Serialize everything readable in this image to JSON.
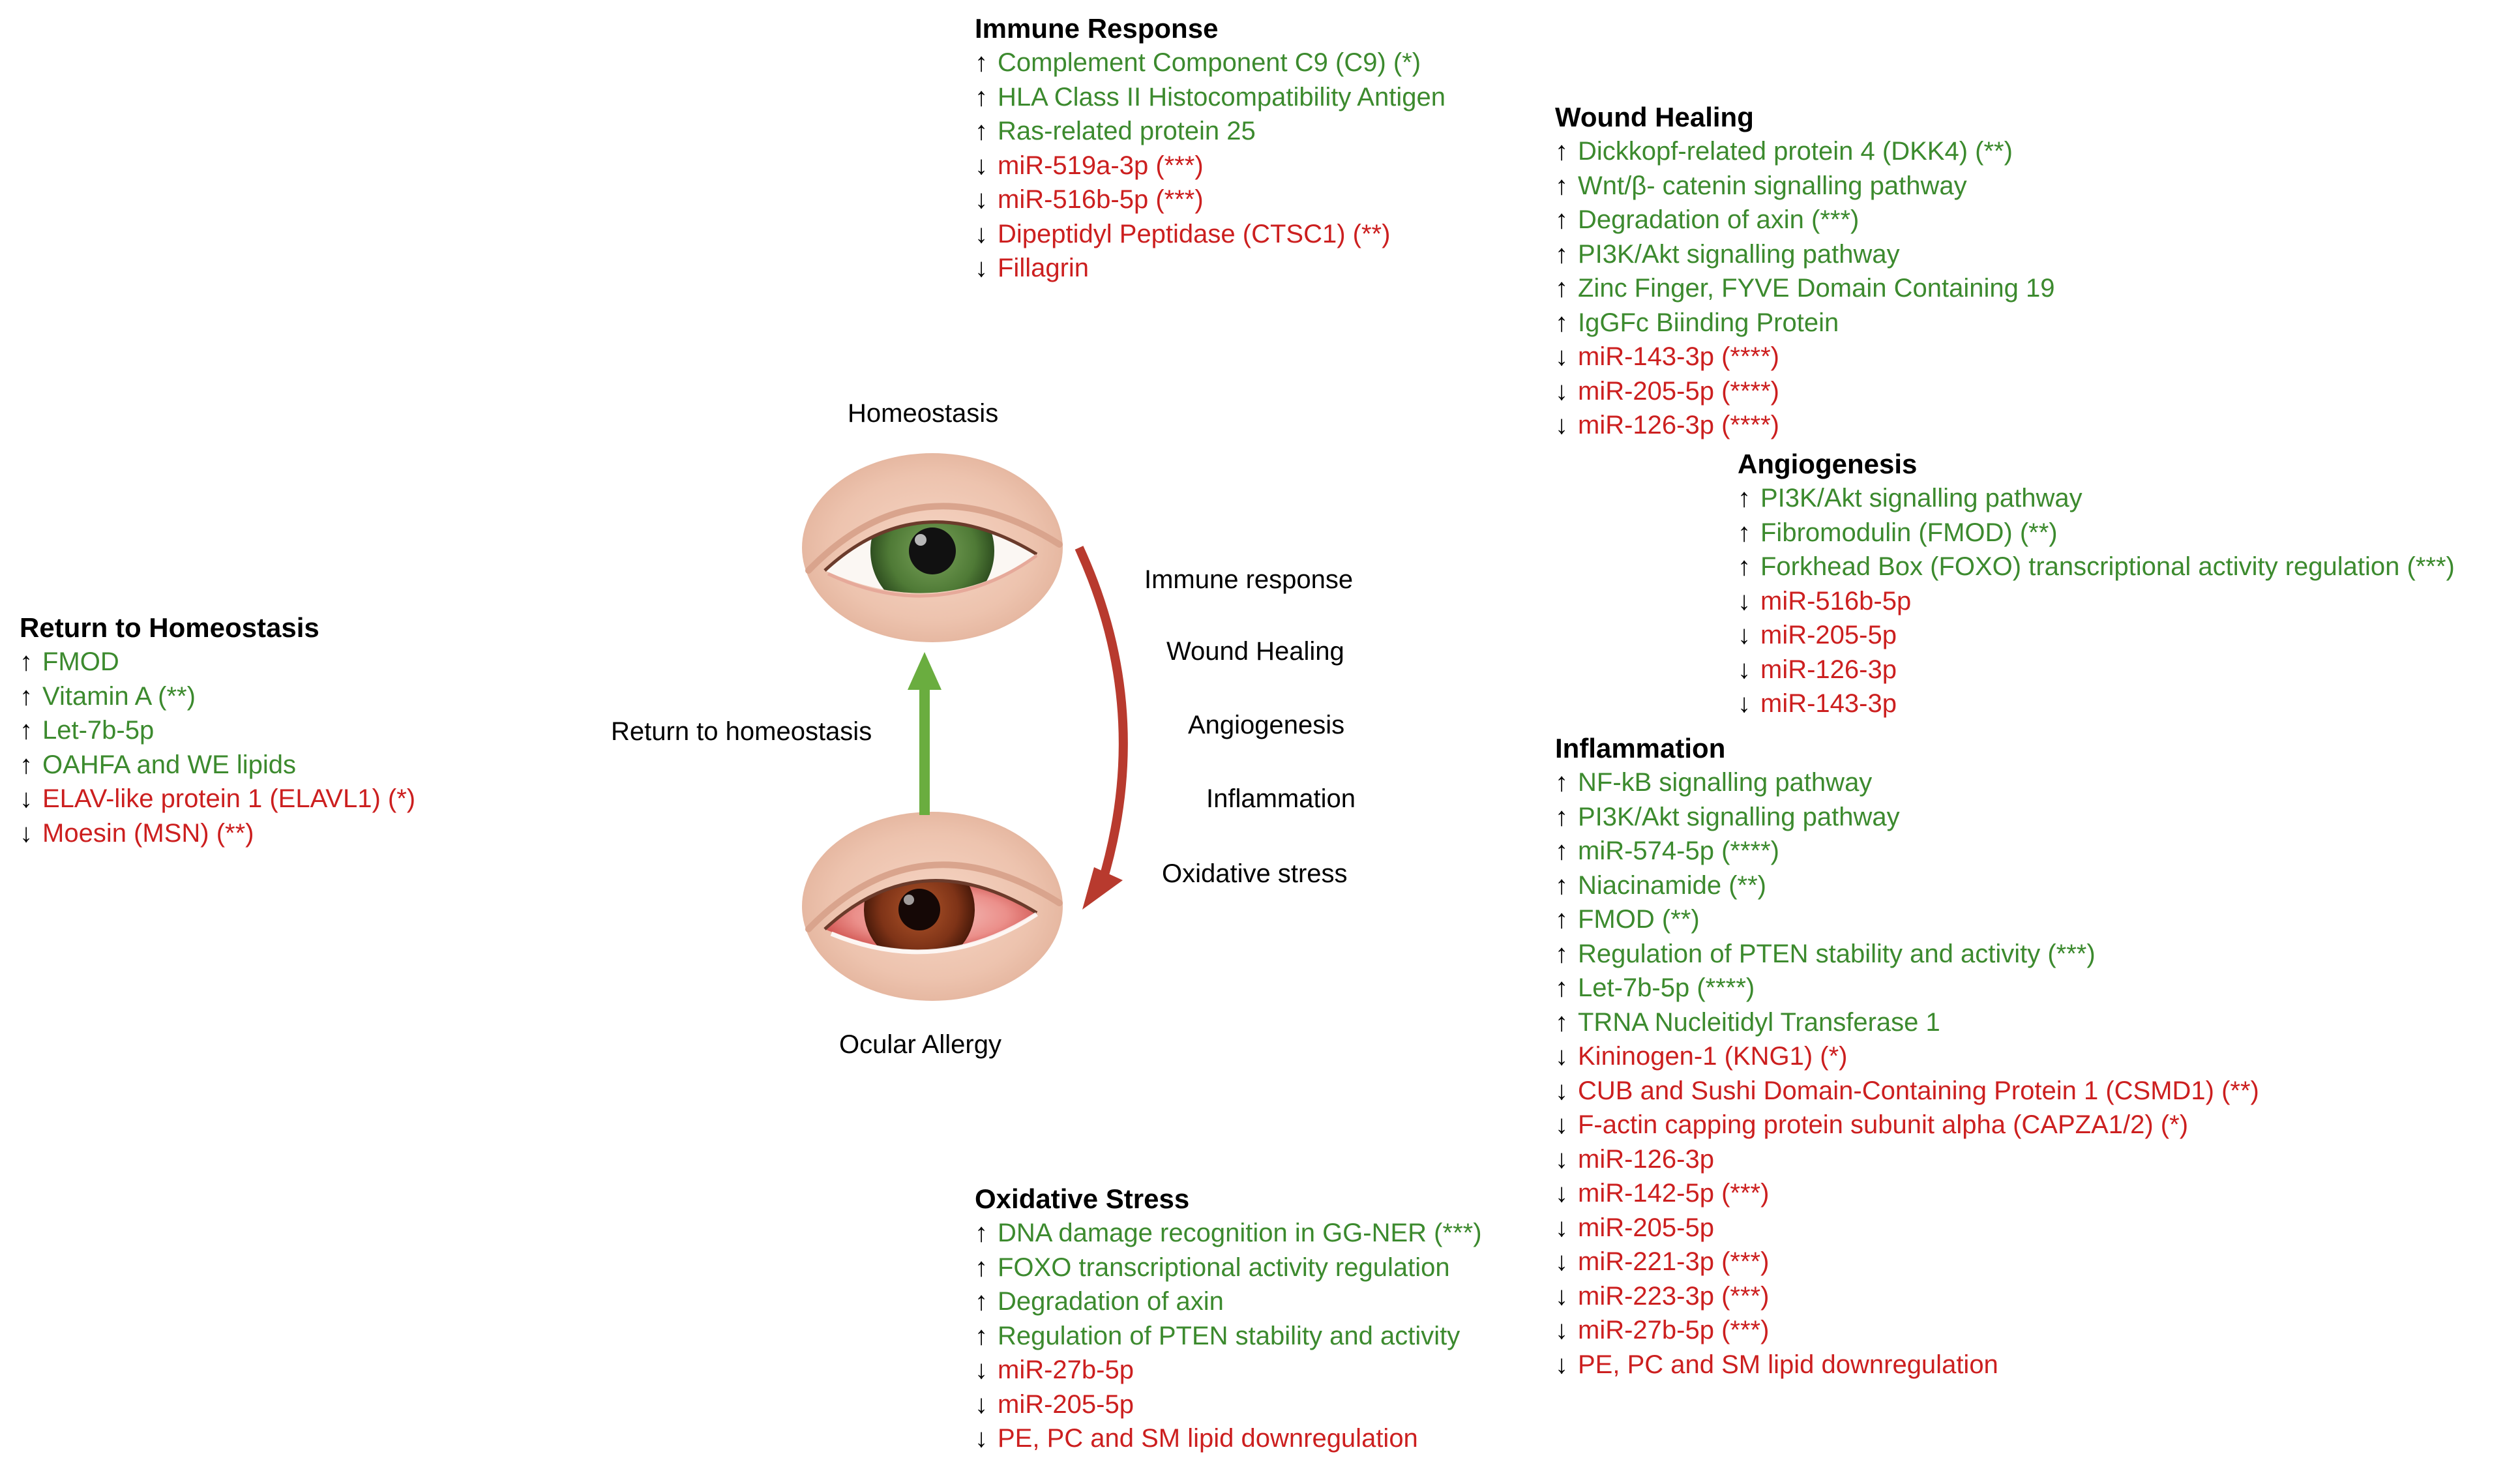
{
  "colors": {
    "up": "#3c8a2e",
    "down": "#cc1f1f",
    "green_arrow": "#6aad3f",
    "red_arrow": "#b83a2e"
  },
  "diagram": {
    "homeostasis": "Homeostasis",
    "ocular_allergy": "Ocular Allergy",
    "return_label": "Return to homeostasis",
    "process_labels": [
      "Immune response",
      "Wound Healing",
      "Angiogenesis",
      "Inflammation",
      "Oxidative stress"
    ]
  },
  "return_to_homeostasis": {
    "title": "Return to Homeostasis",
    "items": [
      {
        "dir": "up",
        "arrow": "↑",
        "text": "FMOD"
      },
      {
        "dir": "up",
        "arrow": "↑",
        "text": "Vitamin A (**)"
      },
      {
        "dir": "up",
        "arrow": "↑",
        "text": "Let-7b-5p"
      },
      {
        "dir": "up",
        "arrow": "↑",
        "text": "OAHFA and WE lipids"
      },
      {
        "dir": "down",
        "arrow": "↓",
        "text": "ELAV-like protein 1 (ELAVL1) (*)"
      },
      {
        "dir": "down",
        "arrow": "↓",
        "text": "Moesin (MSN) (**)"
      }
    ]
  },
  "immune_response": {
    "title": "Immune Response",
    "items": [
      {
        "dir": "up",
        "arrow": "↑",
        "text": "Complement Component C9 (C9) (*)"
      },
      {
        "dir": "up",
        "arrow": "↑",
        "text": "HLA Class II Histocompatibility Antigen"
      },
      {
        "dir": "up",
        "arrow": "↑",
        "text": "Ras-related protein 25"
      },
      {
        "dir": "down",
        "arrow": "↓",
        "text": "miR-519a-3p (***)"
      },
      {
        "dir": "down",
        "arrow": "↓",
        "text": "miR-516b-5p (***)"
      },
      {
        "dir": "down",
        "arrow": "↓",
        "text": "Dipeptidyl Peptidase (CTSC1) (**)"
      },
      {
        "dir": "down",
        "arrow": "↓",
        "text": "Fillagrin"
      }
    ]
  },
  "wound_healing": {
    "title": "Wound Healing",
    "items": [
      {
        "dir": "up",
        "arrow": "↑",
        "text": "Dickkopf-related protein 4 (DKK4) (**)"
      },
      {
        "dir": "up",
        "arrow": "↑",
        "text": "Wnt/β- catenin signalling pathway"
      },
      {
        "dir": "up",
        "arrow": "↑",
        "text": "Degradation of axin (***)"
      },
      {
        "dir": "up",
        "arrow": "↑",
        "text": "PI3K/Akt signalling pathway"
      },
      {
        "dir": "up",
        "arrow": "↑",
        "text": "Zinc Finger, FYVE Domain Containing 19"
      },
      {
        "dir": "up",
        "arrow": "↑",
        "text": "IgGFc Biinding Protein"
      },
      {
        "dir": "down",
        "arrow": "↓",
        "text": "miR-143-3p (****)"
      },
      {
        "dir": "down",
        "arrow": "↓",
        "text": "miR-205-5p (****)"
      },
      {
        "dir": "down",
        "arrow": "↓",
        "text": "miR-126-3p (****)"
      }
    ]
  },
  "angiogenesis": {
    "title": "Angiogenesis",
    "items": [
      {
        "dir": "up",
        "arrow": "↑",
        "text": "PI3K/Akt signalling pathway"
      },
      {
        "dir": "up",
        "arrow": "↑",
        "text": "Fibromodulin (FMOD) (**)"
      },
      {
        "dir": "up",
        "arrow": "↑",
        "text": "Forkhead Box (FOXO) transcriptional activity regulation (***)"
      },
      {
        "dir": "down",
        "arrow": "↓",
        "text": "miR-516b-5p"
      },
      {
        "dir": "down",
        "arrow": "↓",
        "text": "miR-205-5p"
      },
      {
        "dir": "down",
        "arrow": "↓",
        "text": "miR-126-3p"
      },
      {
        "dir": "down",
        "arrow": "↓",
        "text": "miR-143-3p"
      }
    ]
  },
  "inflammation": {
    "title": "Inflammation",
    "items": [
      {
        "dir": "up",
        "arrow": "↑",
        "text": "NF-kB signalling pathway"
      },
      {
        "dir": "up",
        "arrow": "↑",
        "text": "PI3K/Akt signalling pathway"
      },
      {
        "dir": "up",
        "arrow": "↑",
        "text": "miR-574-5p (****)"
      },
      {
        "dir": "up",
        "arrow": "↑",
        "text": "Niacinamide (**)"
      },
      {
        "dir": "up",
        "arrow": "↑",
        "text": "FMOD (**)"
      },
      {
        "dir": "up",
        "arrow": "↑",
        "text": "Regulation of PTEN stability and activity (***)"
      },
      {
        "dir": "up",
        "arrow": "↑",
        "text": "Let-7b-5p (****)"
      },
      {
        "dir": "up",
        "arrow": "↑",
        "text": "TRNA Nucleitidyl Transferase 1"
      },
      {
        "dir": "down",
        "arrow": "↓",
        "text": "Kininogen-1 (KNG1) (*)"
      },
      {
        "dir": "down",
        "arrow": "↓",
        "text": "CUB and Sushi Domain-Containing Protein 1 (CSMD1) (**)"
      },
      {
        "dir": "down",
        "arrow": "↓",
        "text": "F-actin capping protein subunit alpha (CAPZA1/2) (*)"
      },
      {
        "dir": "down",
        "arrow": "↓",
        "text": "miR-126-3p"
      },
      {
        "dir": "down",
        "arrow": "↓",
        "text": "miR-142-5p (***)"
      },
      {
        "dir": "down",
        "arrow": "↓",
        "text": "miR-205-5p"
      },
      {
        "dir": "down",
        "arrow": "↓",
        "text": "miR-221-3p (***)"
      },
      {
        "dir": "down",
        "arrow": "↓",
        "text": "miR-223-3p (***)"
      },
      {
        "dir": "down",
        "arrow": "↓",
        "text": "miR-27b-5p (***)"
      },
      {
        "dir": "down",
        "arrow": "↓",
        "text": "PE, PC and SM lipid downregulation"
      }
    ]
  },
  "oxidative_stress": {
    "title": "Oxidative Stress",
    "items": [
      {
        "dir": "up",
        "arrow": "↑",
        "text": "DNA damage recognition in GG-NER (***)"
      },
      {
        "dir": "up",
        "arrow": "↑",
        "text": "FOXO transcriptional activity regulation"
      },
      {
        "dir": "up",
        "arrow": "↑",
        "text": "Degradation of axin"
      },
      {
        "dir": "up",
        "arrow": "↑",
        "text": "Regulation of PTEN stability and activity"
      },
      {
        "dir": "down",
        "arrow": "↓",
        "text": "miR-27b-5p"
      },
      {
        "dir": "down",
        "arrow": "↓",
        "text": "miR-205-5p"
      },
      {
        "dir": "down",
        "arrow": "↓",
        "text": "PE, PC and SM lipid downregulation"
      }
    ]
  }
}
